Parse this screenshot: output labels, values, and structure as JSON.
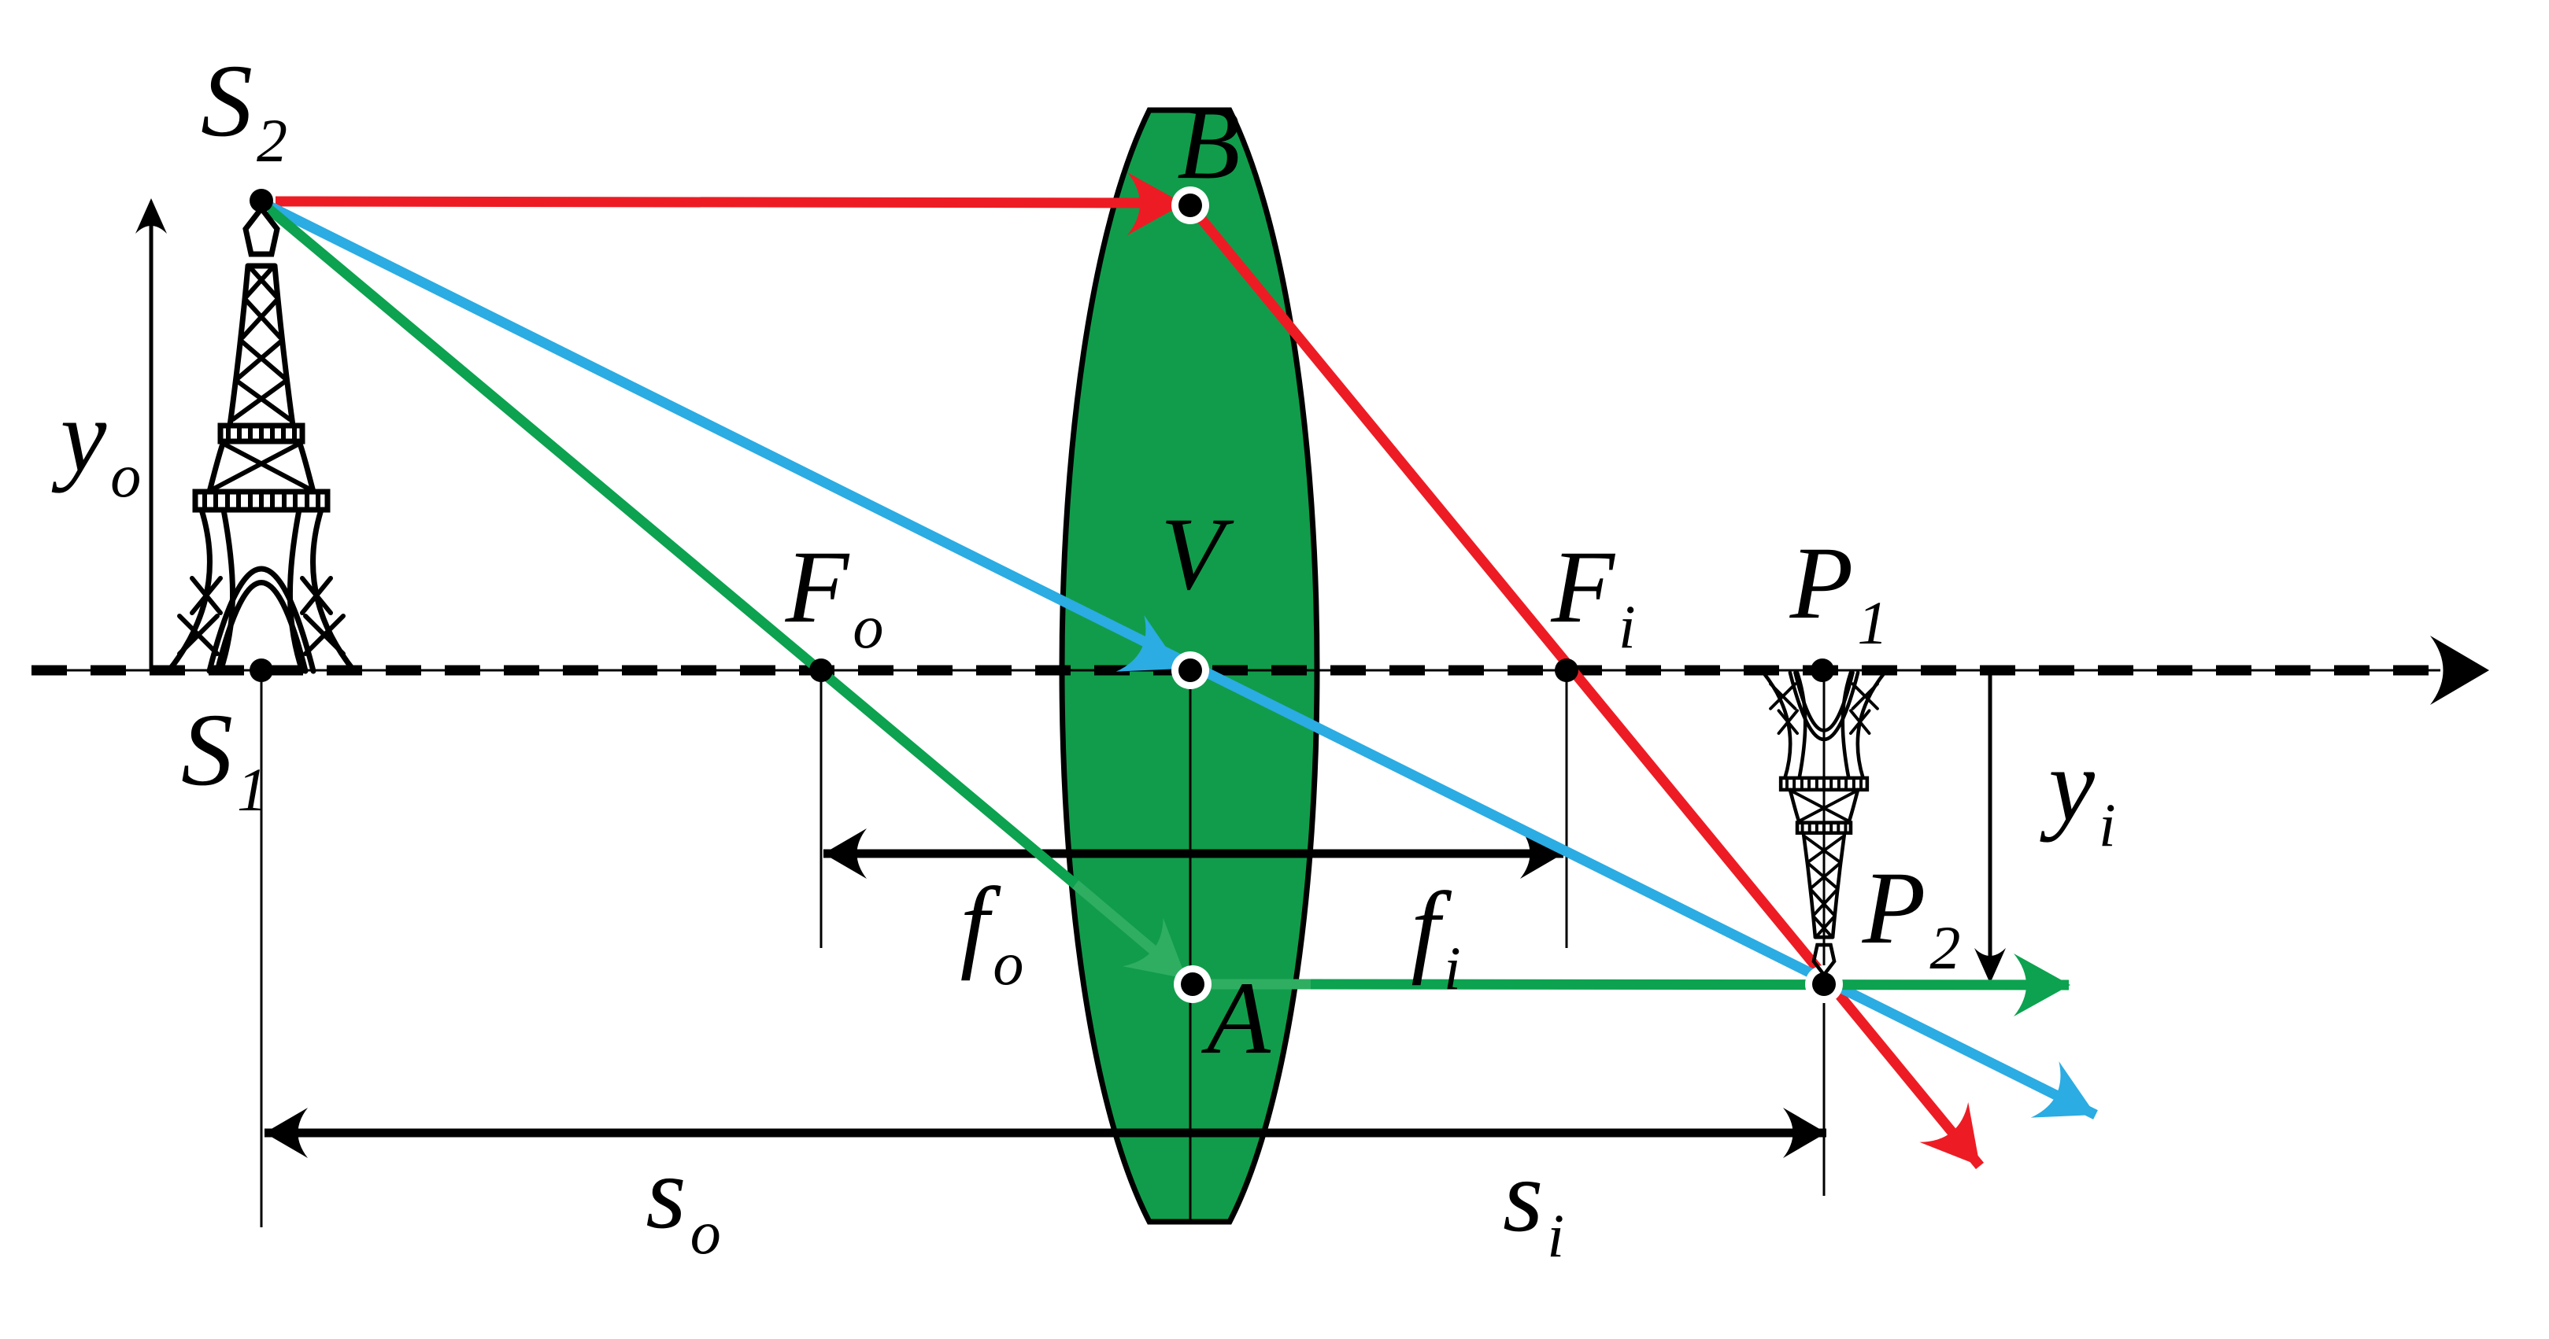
{
  "labels": {
    "s2": {
      "main": "S",
      "sub": "2"
    },
    "s1": {
      "main": "S",
      "sub": "1"
    },
    "yo": {
      "main": "y",
      "sub": "o"
    },
    "yi": {
      "main": "y",
      "sub": "i"
    },
    "Fo": {
      "main": "F",
      "sub": "o"
    },
    "Fi": {
      "main": "F",
      "sub": "i"
    },
    "V": {
      "main": "V",
      "sub": ""
    },
    "B": {
      "main": "B",
      "sub": ""
    },
    "A": {
      "main": "A",
      "sub": ""
    },
    "P1": {
      "main": "P",
      "sub": "1"
    },
    "P2": {
      "main": "P",
      "sub": "2"
    },
    "fo": {
      "main": "f",
      "sub": "o"
    },
    "fi": {
      "main": "f",
      "sub": "i"
    },
    "so": {
      "main": "s",
      "sub": "o"
    },
    "si": {
      "main": "s",
      "sub": "i"
    }
  },
  "colors": {
    "red_ray": "#ED1C24",
    "blue_ray": "#2BACE2",
    "green_ray": "#0CA24F",
    "green_ray_inside_lens": "#2FAE62",
    "lens_fill": "#119C4B",
    "ink": "#000000",
    "background": "#FFFFFF"
  }
}
